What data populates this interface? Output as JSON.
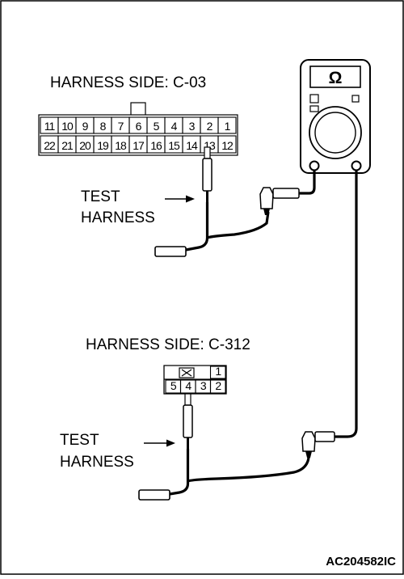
{
  "connector_c03": {
    "title": "HARNESS SIDE: C-03",
    "row_top": [
      "11",
      "10",
      "9",
      "8",
      "7",
      "6",
      "5",
      "4",
      "3",
      "2",
      "1"
    ],
    "row_bottom": [
      "22",
      "21",
      "20",
      "19",
      "18",
      "17",
      "16",
      "15",
      "14",
      "13",
      "12"
    ],
    "probed_pin": "13"
  },
  "connector_c312": {
    "title": "HARNESS SIDE: C-312",
    "row_top": [
      "",
      "",
      "",
      "1"
    ],
    "row_bottom": [
      "5",
      "4",
      "3",
      "2"
    ],
    "probed_pin": "4"
  },
  "test_harness_upper": {
    "line1": "TEST",
    "line2": "HARNESS"
  },
  "test_harness_lower": {
    "line1": "TEST",
    "line2": "HARNESS"
  },
  "meter": {
    "symbol": "Ω"
  },
  "figure_code": "AC204582IC"
}
